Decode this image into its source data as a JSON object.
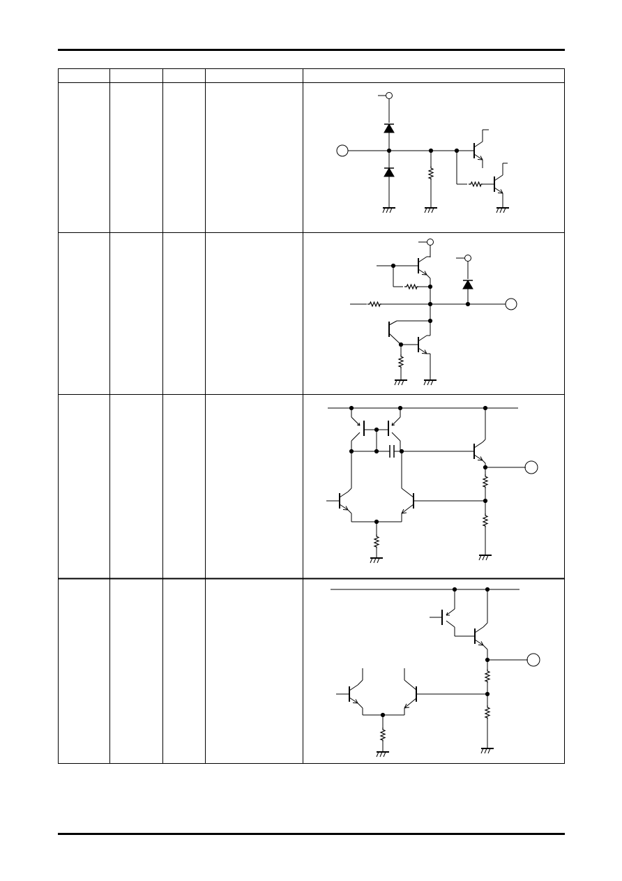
{
  "table": {
    "headers": [
      "",
      "",
      "",
      "",
      ""
    ],
    "rows": [
      {
        "cells": [
          "",
          "",
          "",
          ""
        ],
        "circuit": "input-clamp-darlington"
      },
      {
        "cells": [
          "",
          "",
          "",
          ""
        ],
        "circuit": "emitter-follower-output"
      },
      {
        "cells": [
          "",
          "",
          "",
          ""
        ],
        "circuit": "differential-amp-output"
      },
      {
        "cells": [
          "",
          "",
          "",
          ""
        ],
        "circuit": "differential-buffer-output"
      }
    ]
  }
}
